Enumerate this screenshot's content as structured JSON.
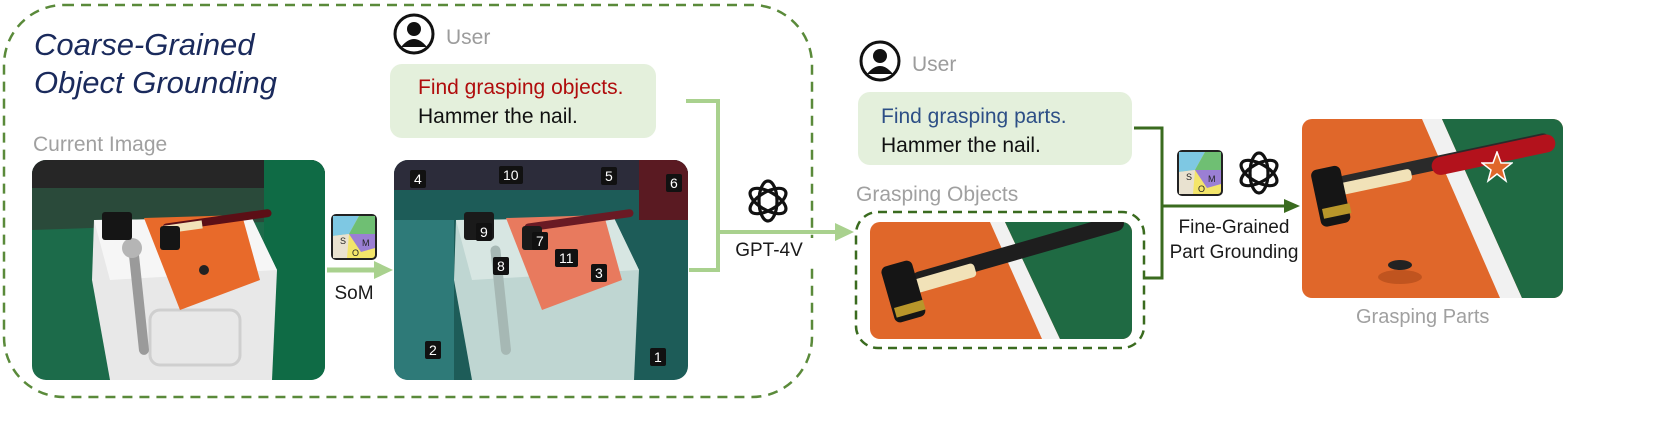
{
  "left_panel": {
    "title_line1": "Coarse-Grained",
    "title_line2": "Object Grounding",
    "current_image_label": "Current Image",
    "som_label": "SoM"
  },
  "user_bubble_1": {
    "user_label": "User",
    "instruction": "Find grasping objects.",
    "task": "Hammer the nail."
  },
  "som_marks": [
    "1",
    "2",
    "3",
    "4",
    "5",
    "6",
    "7",
    "8",
    "9",
    "10",
    "11"
  ],
  "gpt_label": "GPT-4V",
  "user_bubble_2": {
    "user_label": "User",
    "instruction": "Find grasping parts.",
    "task": "Hammer the nail."
  },
  "grasping_objects_label": "Grasping Objects",
  "fine_grained": {
    "line1": "Fine-Grained",
    "line2": "Part Grounding"
  },
  "grasping_parts_label": "Grasping Parts",
  "colors": {
    "dashed_border": "#5a8a3a",
    "arrow_light": "#a9d18e",
    "arrow_dark": "#3a6b1f",
    "bubble_bg": "#e4f0dc",
    "title": "#1a2a5c",
    "red_text": "#b00d0d",
    "blue_text": "#2d4f86"
  },
  "icons": [
    "user-icon",
    "som-icon",
    "openai-icon",
    "star-icon"
  ]
}
